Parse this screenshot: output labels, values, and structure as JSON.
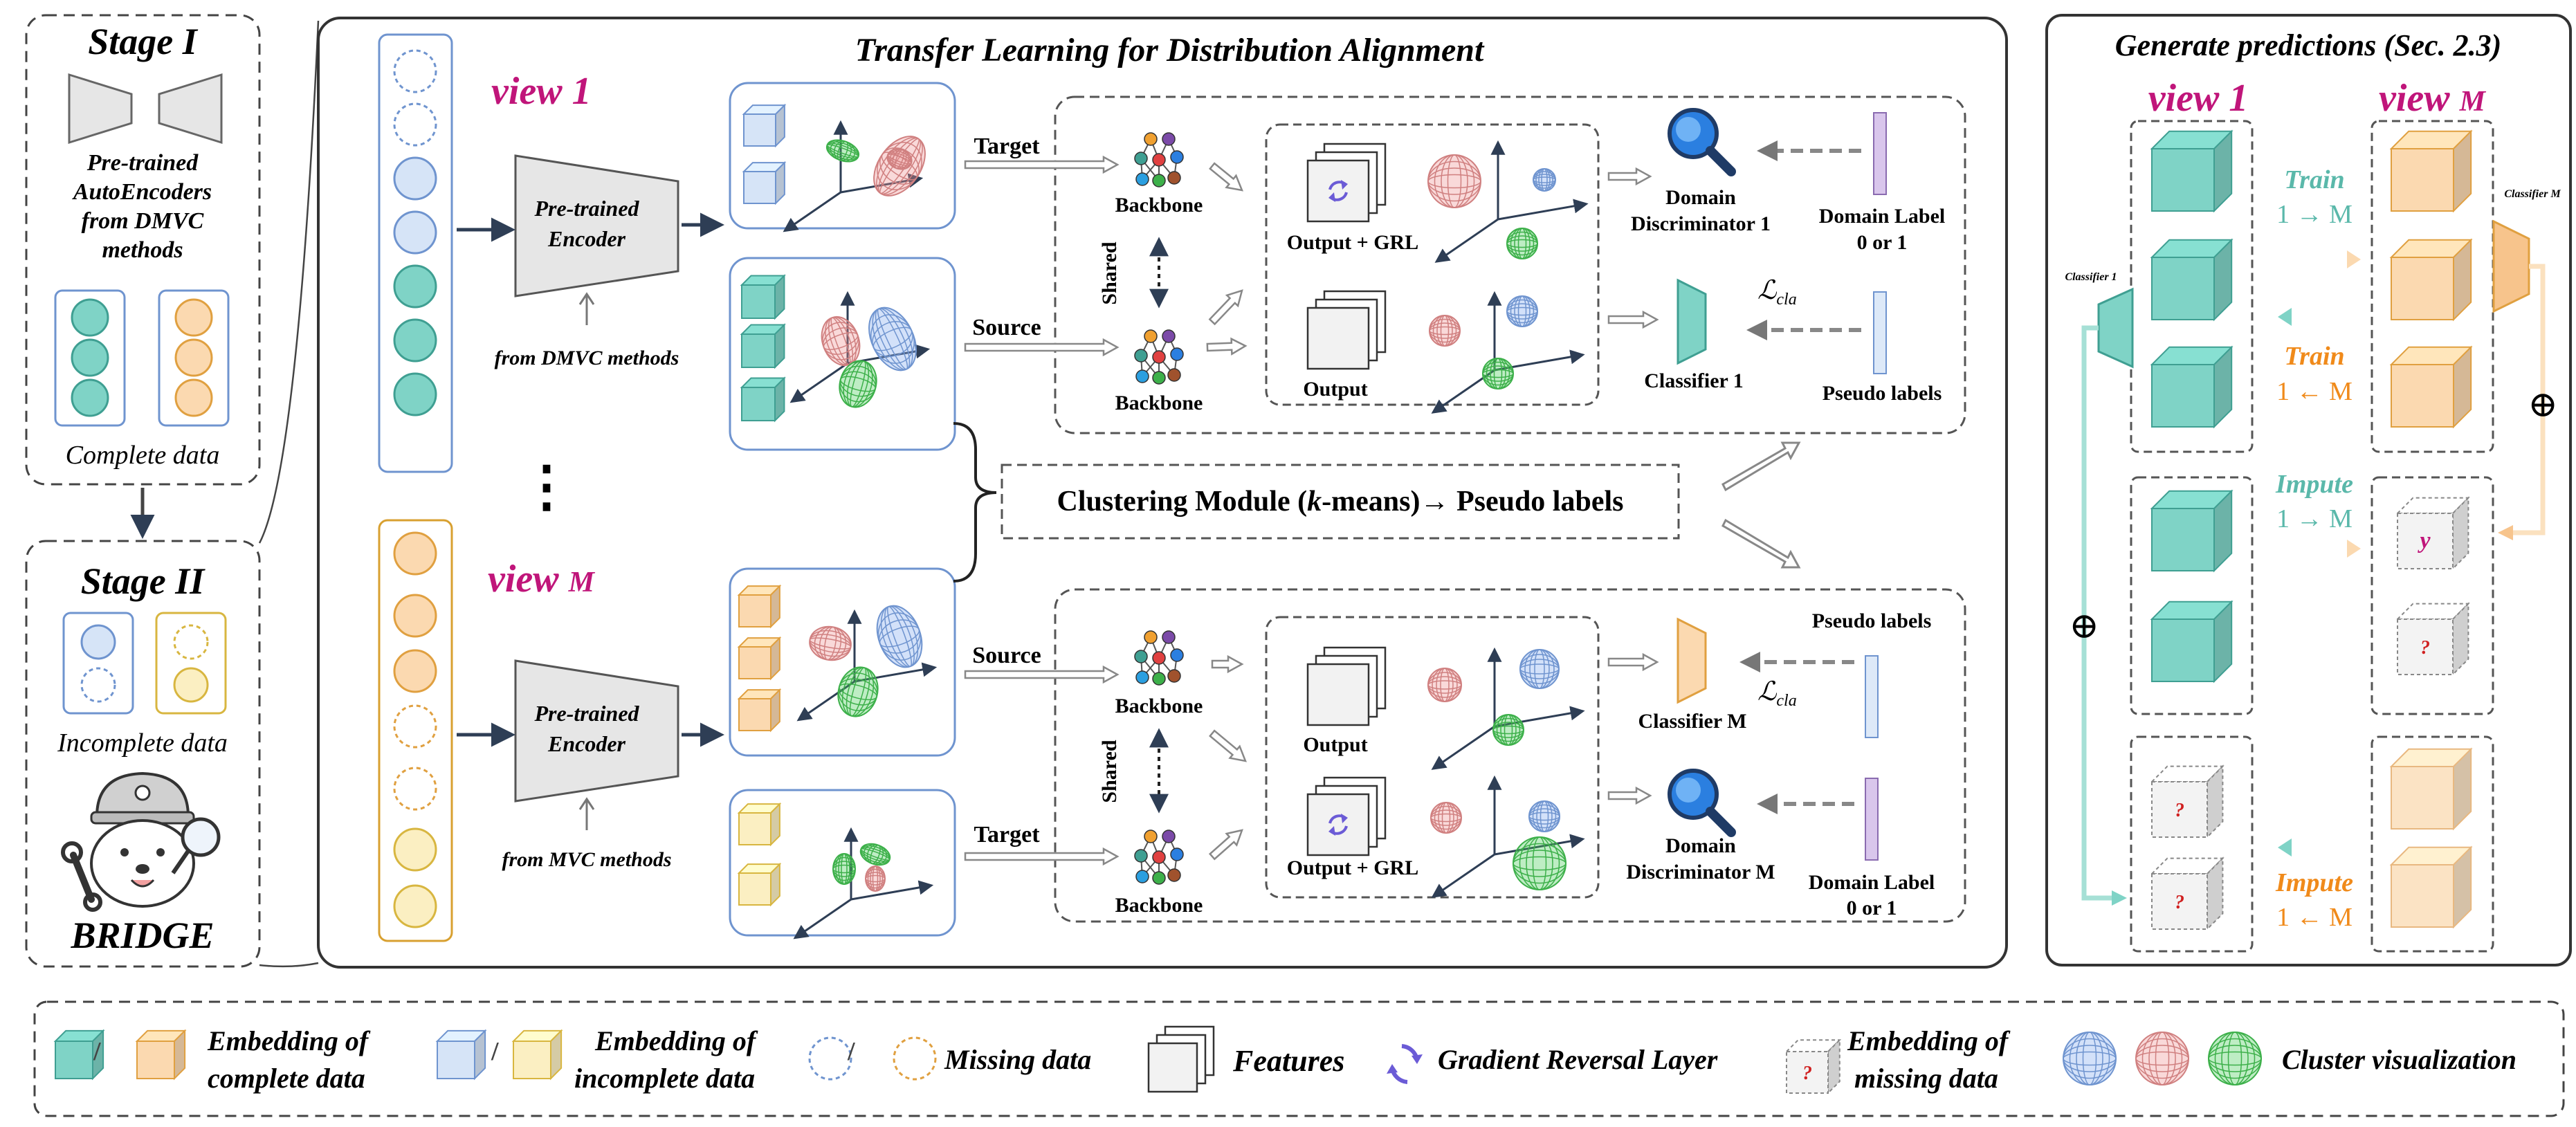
{
  "stage1": {
    "title": "Stage I",
    "desc": [
      "Pre-trained",
      "AutoEncoders",
      "from DMVC",
      "methods"
    ],
    "caption": "Complete data"
  },
  "stage2": {
    "title": "Stage II",
    "caption": "Incomplete data",
    "brand": "BRIDGE"
  },
  "main": {
    "title": "Transfer Learning for Distribution Alignment",
    "view1": "view 1",
    "viewM_word": "view",
    "viewM_letter": "M",
    "dots": "⋮",
    "encoder1": [
      "Pre-trained",
      "Encoder"
    ],
    "encoderM": [
      "Pre-trained",
      "Encoder"
    ],
    "from1": "from DMVC methods",
    "fromM": "from MVC methods",
    "target": "Target",
    "source": "Source",
    "backbone": "Backbone",
    "shared": "Shared",
    "output_grl": "Output + GRL",
    "output": "Output",
    "domain_disc_1": [
      "Domain",
      "Discriminator 1"
    ],
    "domain_disc_M": [
      "Domain",
      "Discriminator M"
    ],
    "domain_label": [
      "Domain Label",
      "0 or 1"
    ],
    "classifier_1": "Classifier 1",
    "classifier_M": "Classifier M",
    "pseudo_labels": "Pseudo labels",
    "loss_main": "ℒ",
    "loss_sub": "cla",
    "clustering": {
      "pre": "Clustering Module (",
      "k": "k",
      "post": "-means)→ Pseudo labels"
    }
  },
  "gen": {
    "title": "Generate predictions (Sec. 2.3)",
    "view1": "view 1",
    "viewM_word": "view",
    "viewM_letter": "M",
    "classifier_1": "Classifier 1",
    "classifier_M": "Classifier M",
    "train": "Train",
    "impute": "Impute",
    "dir_fwd": "1 → M",
    "dir_bwd": "1 ← M",
    "oplus": "⊕",
    "y": "y",
    "q": "?"
  },
  "legend": {
    "emb_complete": [
      "Embedding of",
      "complete data"
    ],
    "emb_incomplete": [
      "Embedding of",
      "incomplete data"
    ],
    "missing": "Missing data",
    "features": "Features",
    "grl": "Gradient Reversal Layer",
    "emb_missing": [
      "Embedding of",
      "missing data"
    ],
    "cluster": "Cluster visualization",
    "slash": "/"
  },
  "colors": {
    "teal": "#7fd3c6",
    "teal_dark": "#3f9f92",
    "orange": "#fbd9b0",
    "orange_dark": "#e0a040",
    "blue": "#d6e4f7",
    "blue_dark": "#6f94cf",
    "yellow": "#fbefc2",
    "yellow_dark": "#d8b640",
    "magenta": "#c0157a",
    "navy": "#2e3e55",
    "purple": "#c9b8e0",
    "lightblue": "#cfe0f5"
  }
}
